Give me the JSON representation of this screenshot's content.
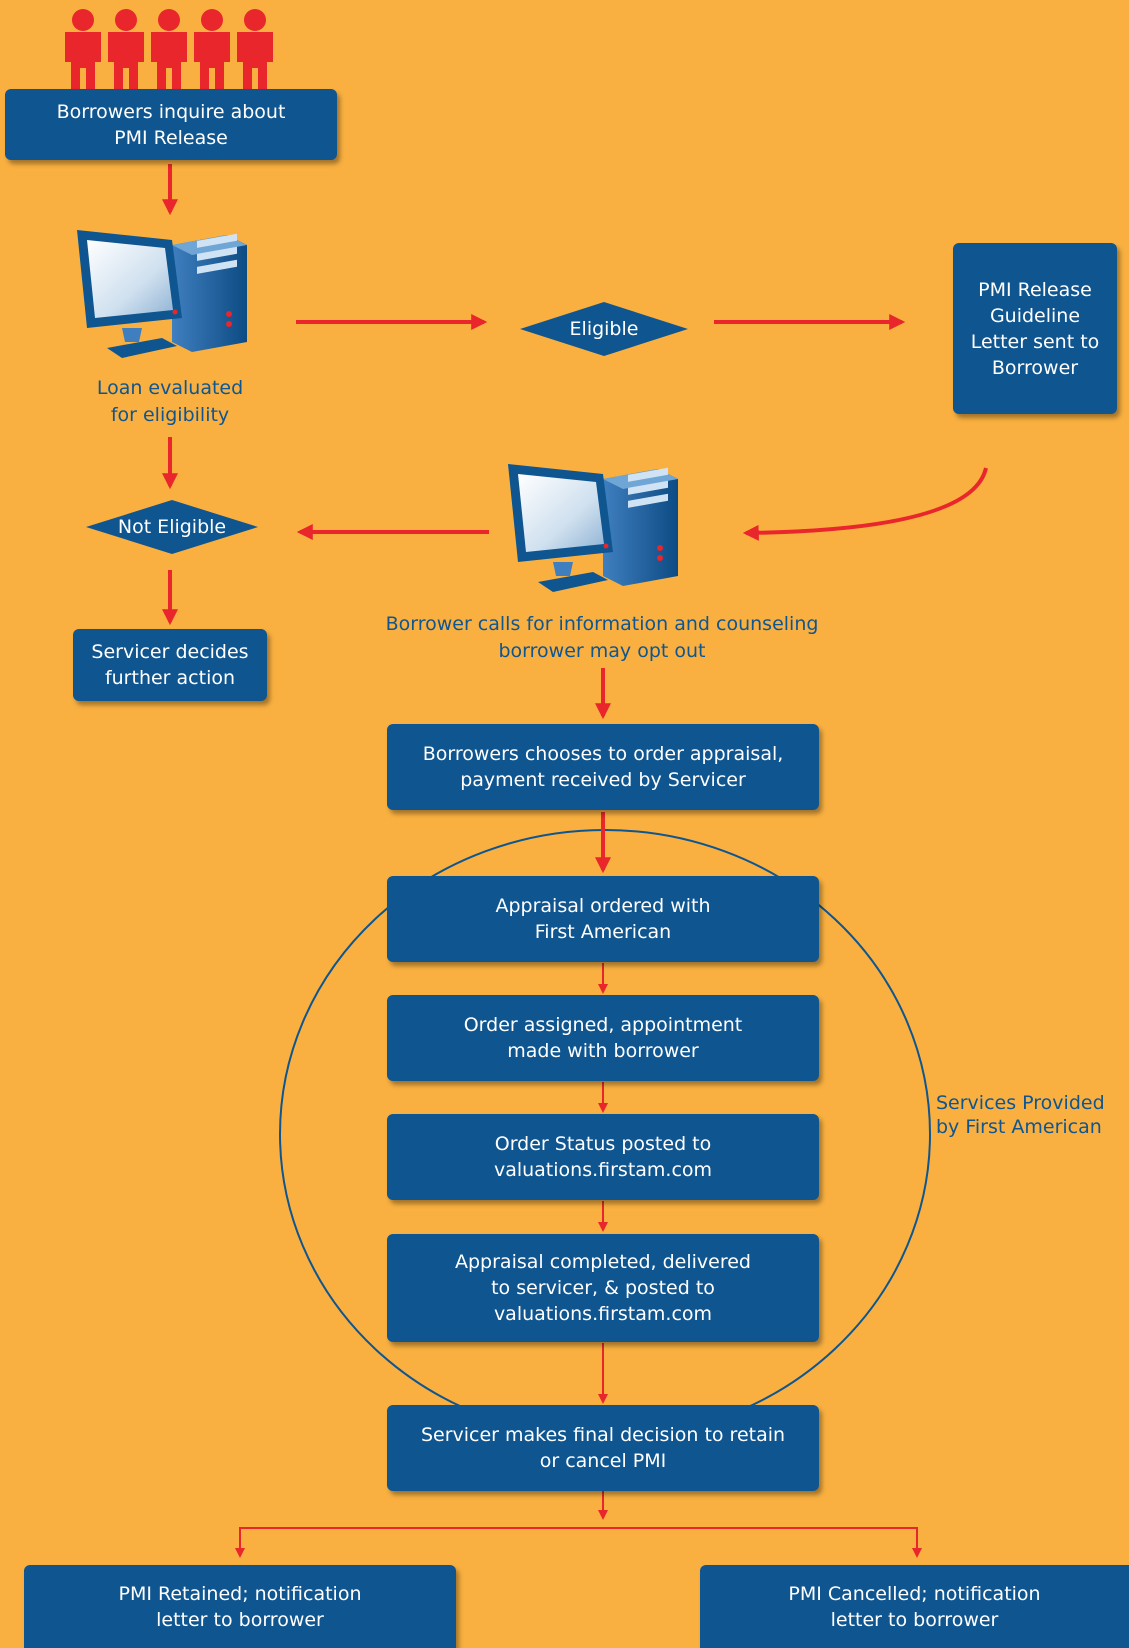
{
  "colors": {
    "background": "#F9B040",
    "box": "#0F5590",
    "arrow": "#E8262B",
    "people": "#E8262B",
    "text_on_box": "#FFFFFF",
    "caption_text": "#0F5590"
  },
  "icons": {
    "people": "people-icon",
    "computer_top": "computer-icon",
    "computer_middle": "computer-icon"
  },
  "steps": {
    "inquire": "Borrowers inquire about\nPMI Release",
    "evaluated": "Loan evaluated\nfor eligibility",
    "eligible": "Eligible",
    "guideline_letter": "PMI Release\nGuideline\nLetter sent to\nBorrower",
    "not_eligible": "Not Eligible",
    "servicer_decides": "Servicer decides\nfurther action",
    "borrower_calls": "Borrower calls for information and counseling\nborrower may opt out",
    "order_appraisal": "Borrowers chooses to order appraisal,\npayment received by Servicer",
    "appraisal_ordered": "Appraisal ordered with\nFirst American",
    "order_assigned": "Order assigned, appointment\nmade with borrower",
    "order_status": "Order Status posted to\nvaluations.firstam.com",
    "appraisal_completed": "Appraisal completed, delivered\nto servicer, & posted to\nvaluations.firstam.com",
    "final_decision": "Servicer makes final decision to retain\nor cancel PMI",
    "pmi_retained": "PMI Retained; notification\nletter to borrower",
    "pmi_cancelled": "PMI Cancelled; notification\nletter to borrower"
  },
  "services_label": "Services Provided\nby First American"
}
